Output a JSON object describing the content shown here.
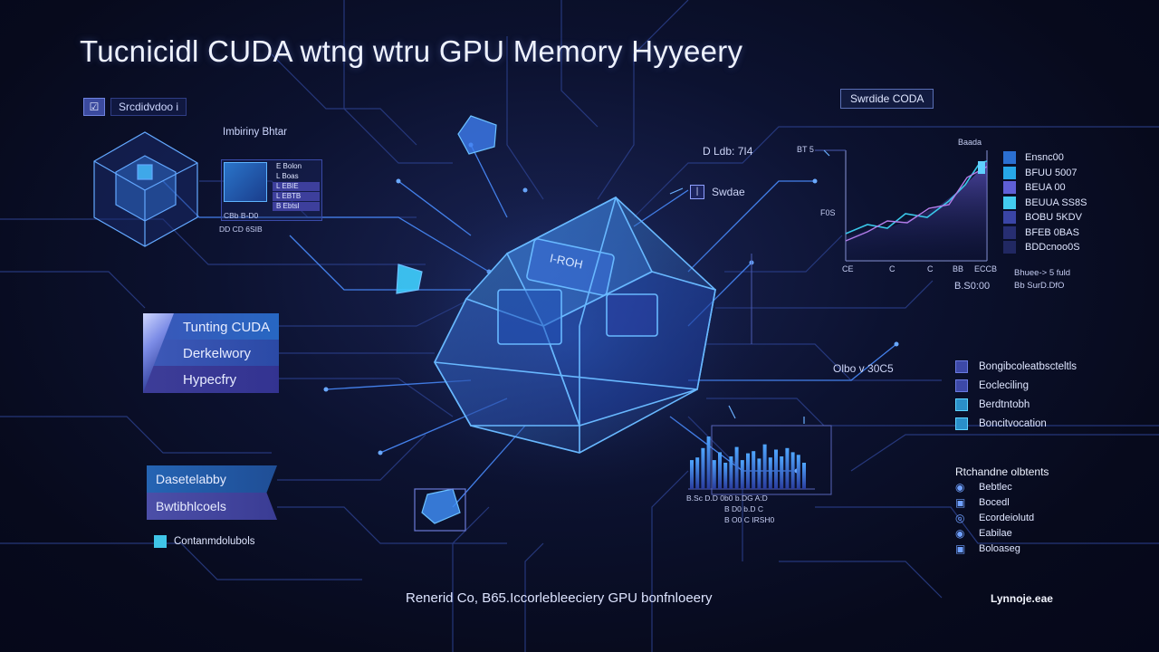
{
  "title": "Tucnicidl CUDA wtng wtru GPU Memory Hyyeery",
  "top_left_tag": {
    "checkbox": "☑",
    "label": "Srcdidvdoo i"
  },
  "subhead": "Imbiriny Bhtar",
  "mini_window": {
    "rows": [
      "E Bolon",
      "L Boas",
      "L EBIE",
      "L EBTB",
      "B Ebtsl"
    ],
    "footer_1": "CBb B-D0",
    "footer_2": "DD CD 6SIB"
  },
  "top_right_label": "Swrdide CODA",
  "marker_db": "D Ldb: 7I4",
  "marker_swdae": "Swdae",
  "chart": {
    "title": "Baada",
    "tag_top": "BT 5",
    "y_label": "F0S",
    "x_ticks": [
      "CE",
      "C",
      "C",
      "BB",
      "ECCB"
    ],
    "footer_left": "B.S0:00",
    "readouts": [
      "Bhuee-> 5 fuld",
      "Bb SurD.DfO"
    ]
  },
  "legend": [
    {
      "label": "Ensnc00",
      "color": "#2b6fd1"
    },
    {
      "label": "BFUU 5007",
      "color": "#27a7e8"
    },
    {
      "label": "BEUA 00",
      "color": "#5f5fd6"
    },
    {
      "label": "BEUUA SS8S",
      "color": "#43cbef"
    },
    {
      "label": "BOBU 5KDV",
      "color": "#3a45a6"
    },
    {
      "label": "BFEB 0BAS",
      "color": "#272e72"
    },
    {
      "label": "BDDcnoo0S",
      "color": "#212862"
    }
  ],
  "stack_buttons": [
    "Tunting CUDA",
    "Derkelwory",
    "Hypecfry"
  ],
  "stack_buttons_2": [
    "Dasetelabby",
    "Bwtibhlcoels"
  ],
  "small_check_label": "Contanmdolubols",
  "readout_mid_right": "Olbo v 30C5",
  "nav_group_1": [
    {
      "label": "Bongibcoleatbscteltls",
      "style": "purple"
    },
    {
      "label": "Eocleciling",
      "style": "purple"
    },
    {
      "label": "Berdtntobh",
      "style": "cyan"
    },
    {
      "label": "Boncitvocation",
      "style": "cyan"
    }
  ],
  "nav_group_2_title": "Rtchandne olbtents",
  "nav_group_2": [
    {
      "label": "Bebtlec",
      "icon": "◉"
    },
    {
      "label": "Bocedl",
      "icon": "▣"
    },
    {
      "label": "Ecordeiolutd",
      "icon": "◎"
    },
    {
      "label": "Eabilae",
      "icon": "◉"
    },
    {
      "label": "Boloaseg",
      "icon": "▣"
    }
  ],
  "bar_chart": {
    "values": [
      0.55,
      0.6,
      0.78,
      1.0,
      0.55,
      0.7,
      0.5,
      0.62,
      0.8,
      0.55,
      0.68,
      0.72,
      0.58,
      0.85,
      0.6,
      0.75,
      0.62,
      0.78,
      0.7,
      0.65,
      0.5
    ],
    "tick_row_1": "B.Sc D.D 0b0 b.DG A:D",
    "tick_row_2": "B D0 b.D C",
    "tick_row_3": "B O0 C IRSH0"
  },
  "footer": "Renerid Co, B65.Iccorlebleeciery GPU bonfnloeery",
  "brand": "Lynnoje.eae"
}
